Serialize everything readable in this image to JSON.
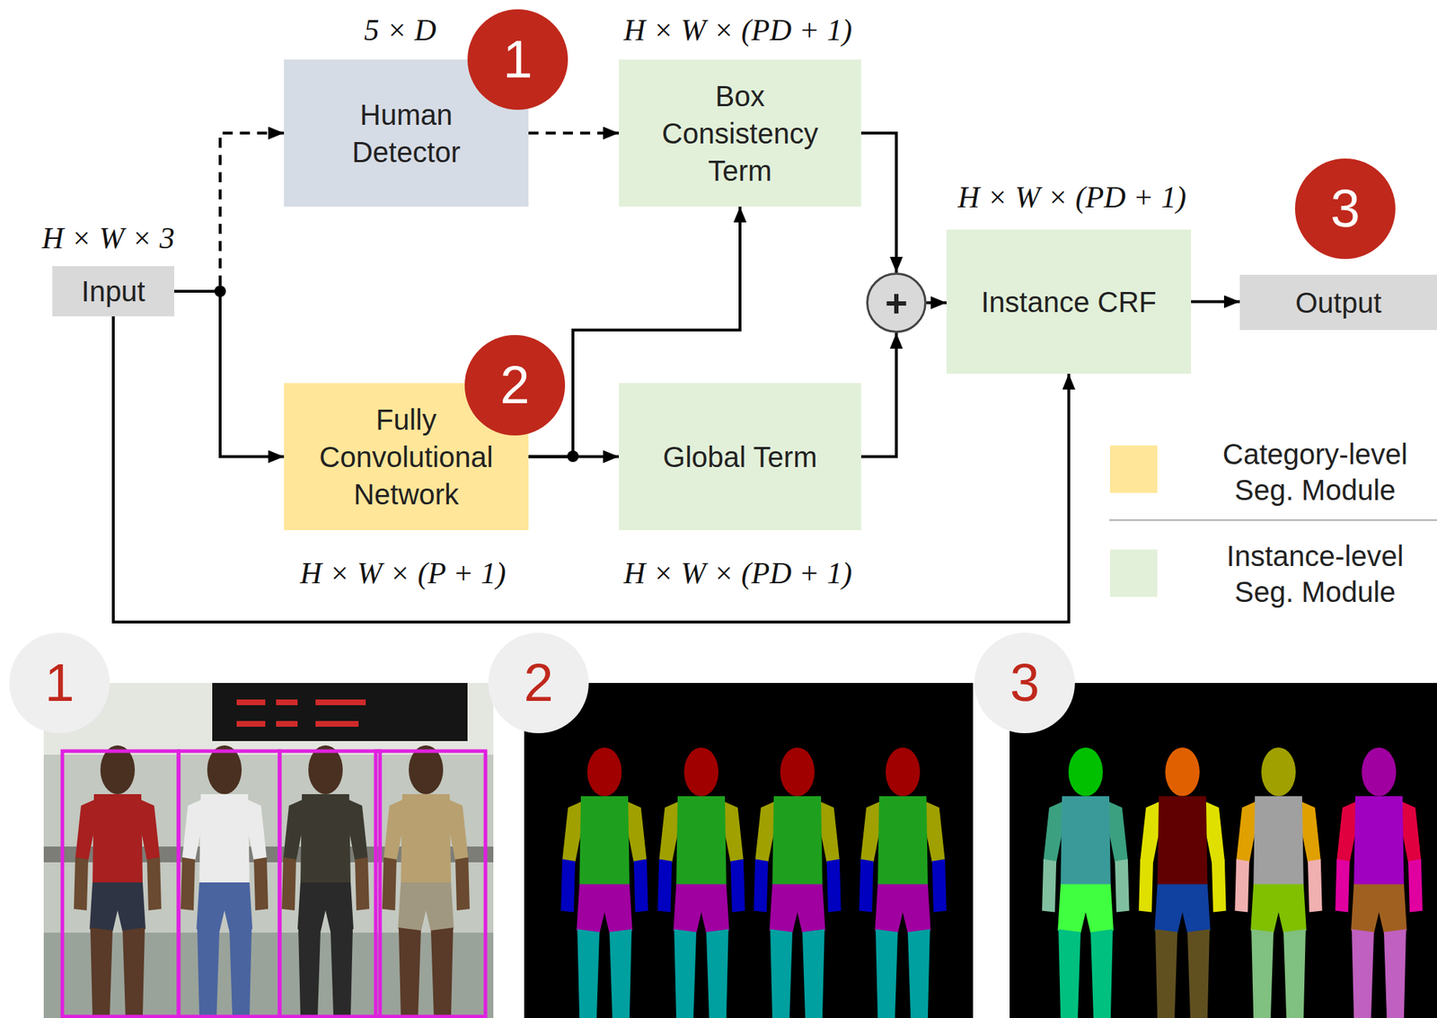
{
  "diagram": {
    "nodes": [
      {
        "text": [
          "Input"
        ]
      },
      {
        "text": [
          "Human Detector"
        ]
      },
      {
        "text": [
          "Box Consistency Term"
        ]
      },
      {
        "text": [
          "Fully Convolutional Network"
        ]
      },
      {
        "text": [
          "Global Term"
        ]
      },
      {
        "text": [
          "+"
        ]
      },
      {
        "text": [
          "Instance CRF"
        ]
      },
      {
        "text": [
          "Output"
        ]
      }
    ],
    "edges": [
      {
        "from": 0,
        "to": 1,
        "arrow": "to"
      },
      {
        "from": 0,
        "to": 3,
        "arrow": "to"
      },
      {
        "from": 0,
        "to": 6,
        "arrow": "to"
      },
      {
        "from": 1,
        "to": 2,
        "arrow": "to"
      },
      {
        "from": 3,
        "to": 2,
        "arrow": "to"
      },
      {
        "from": 3,
        "to": 4,
        "arrow": "to"
      },
      {
        "from": 2,
        "to": 5,
        "arrow": "to"
      },
      {
        "from": 4,
        "to": 5,
        "arrow": "to"
      },
      {
        "from": 5,
        "to": 6,
        "arrow": "to"
      },
      {
        "from": 6,
        "to": 7,
        "arrow": "to"
      }
    ],
    "labels": [
      "5 × D",
      "1",
      "H × W × (PD + 1)",
      "H × W × 3",
      "H × W × (PD + 1)",
      "3",
      "2",
      "H × W × (P + 1)",
      "H × W × (PD + 1)",
      "1",
      "2",
      "3"
    ],
    "legend": [
      {
        "text": "Category-level Seg. Module",
        "color": "#ffe699"
      },
      {
        "text": "Instance-level Seg. Module",
        "color": "#e2f0d9"
      }
    ]
  }
}
